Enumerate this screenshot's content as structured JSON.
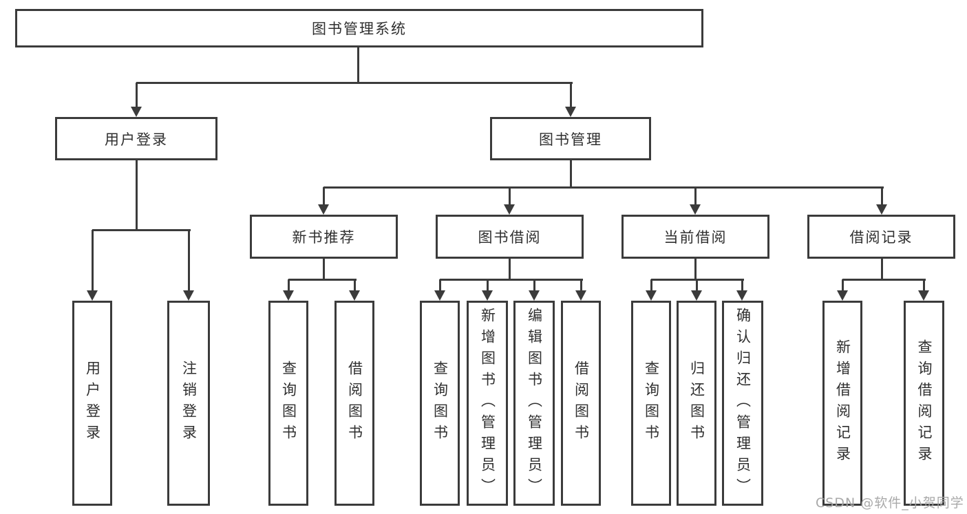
{
  "tree": {
    "label": "图书管理系统",
    "children": [
      {
        "label": "用户登录",
        "children": [
          {
            "label": "用户登录"
          },
          {
            "label": "注销登录"
          }
        ]
      },
      {
        "label": "图书管理",
        "children": [
          {
            "label": "新书推荐",
            "children": [
              {
                "label": "查询图书"
              },
              {
                "label": "借阅图书"
              }
            ]
          },
          {
            "label": "图书借阅",
            "children": [
              {
                "label": "查询图书"
              },
              {
                "label": "新增图书（管理员）"
              },
              {
                "label": "编辑图书（管理员）"
              },
              {
                "label": "借阅图书"
              }
            ]
          },
          {
            "label": "当前借阅",
            "children": [
              {
                "label": "查询图书"
              },
              {
                "label": "归还图书"
              },
              {
                "label": "确认归还（管理员）"
              }
            ]
          },
          {
            "label": "借阅记录",
            "children": [
              {
                "label": "新增借阅记录"
              },
              {
                "label": "查询借阅记录"
              }
            ]
          }
        ]
      }
    ]
  },
  "watermark": {
    "text": "CSDN @软件_小贺同学"
  },
  "colors": {
    "line": "#3b3b3b",
    "box_border": "#3b3b3b",
    "text": "#2f2f2f",
    "background": "#ffffff",
    "watermark": "#a4a4a4"
  }
}
